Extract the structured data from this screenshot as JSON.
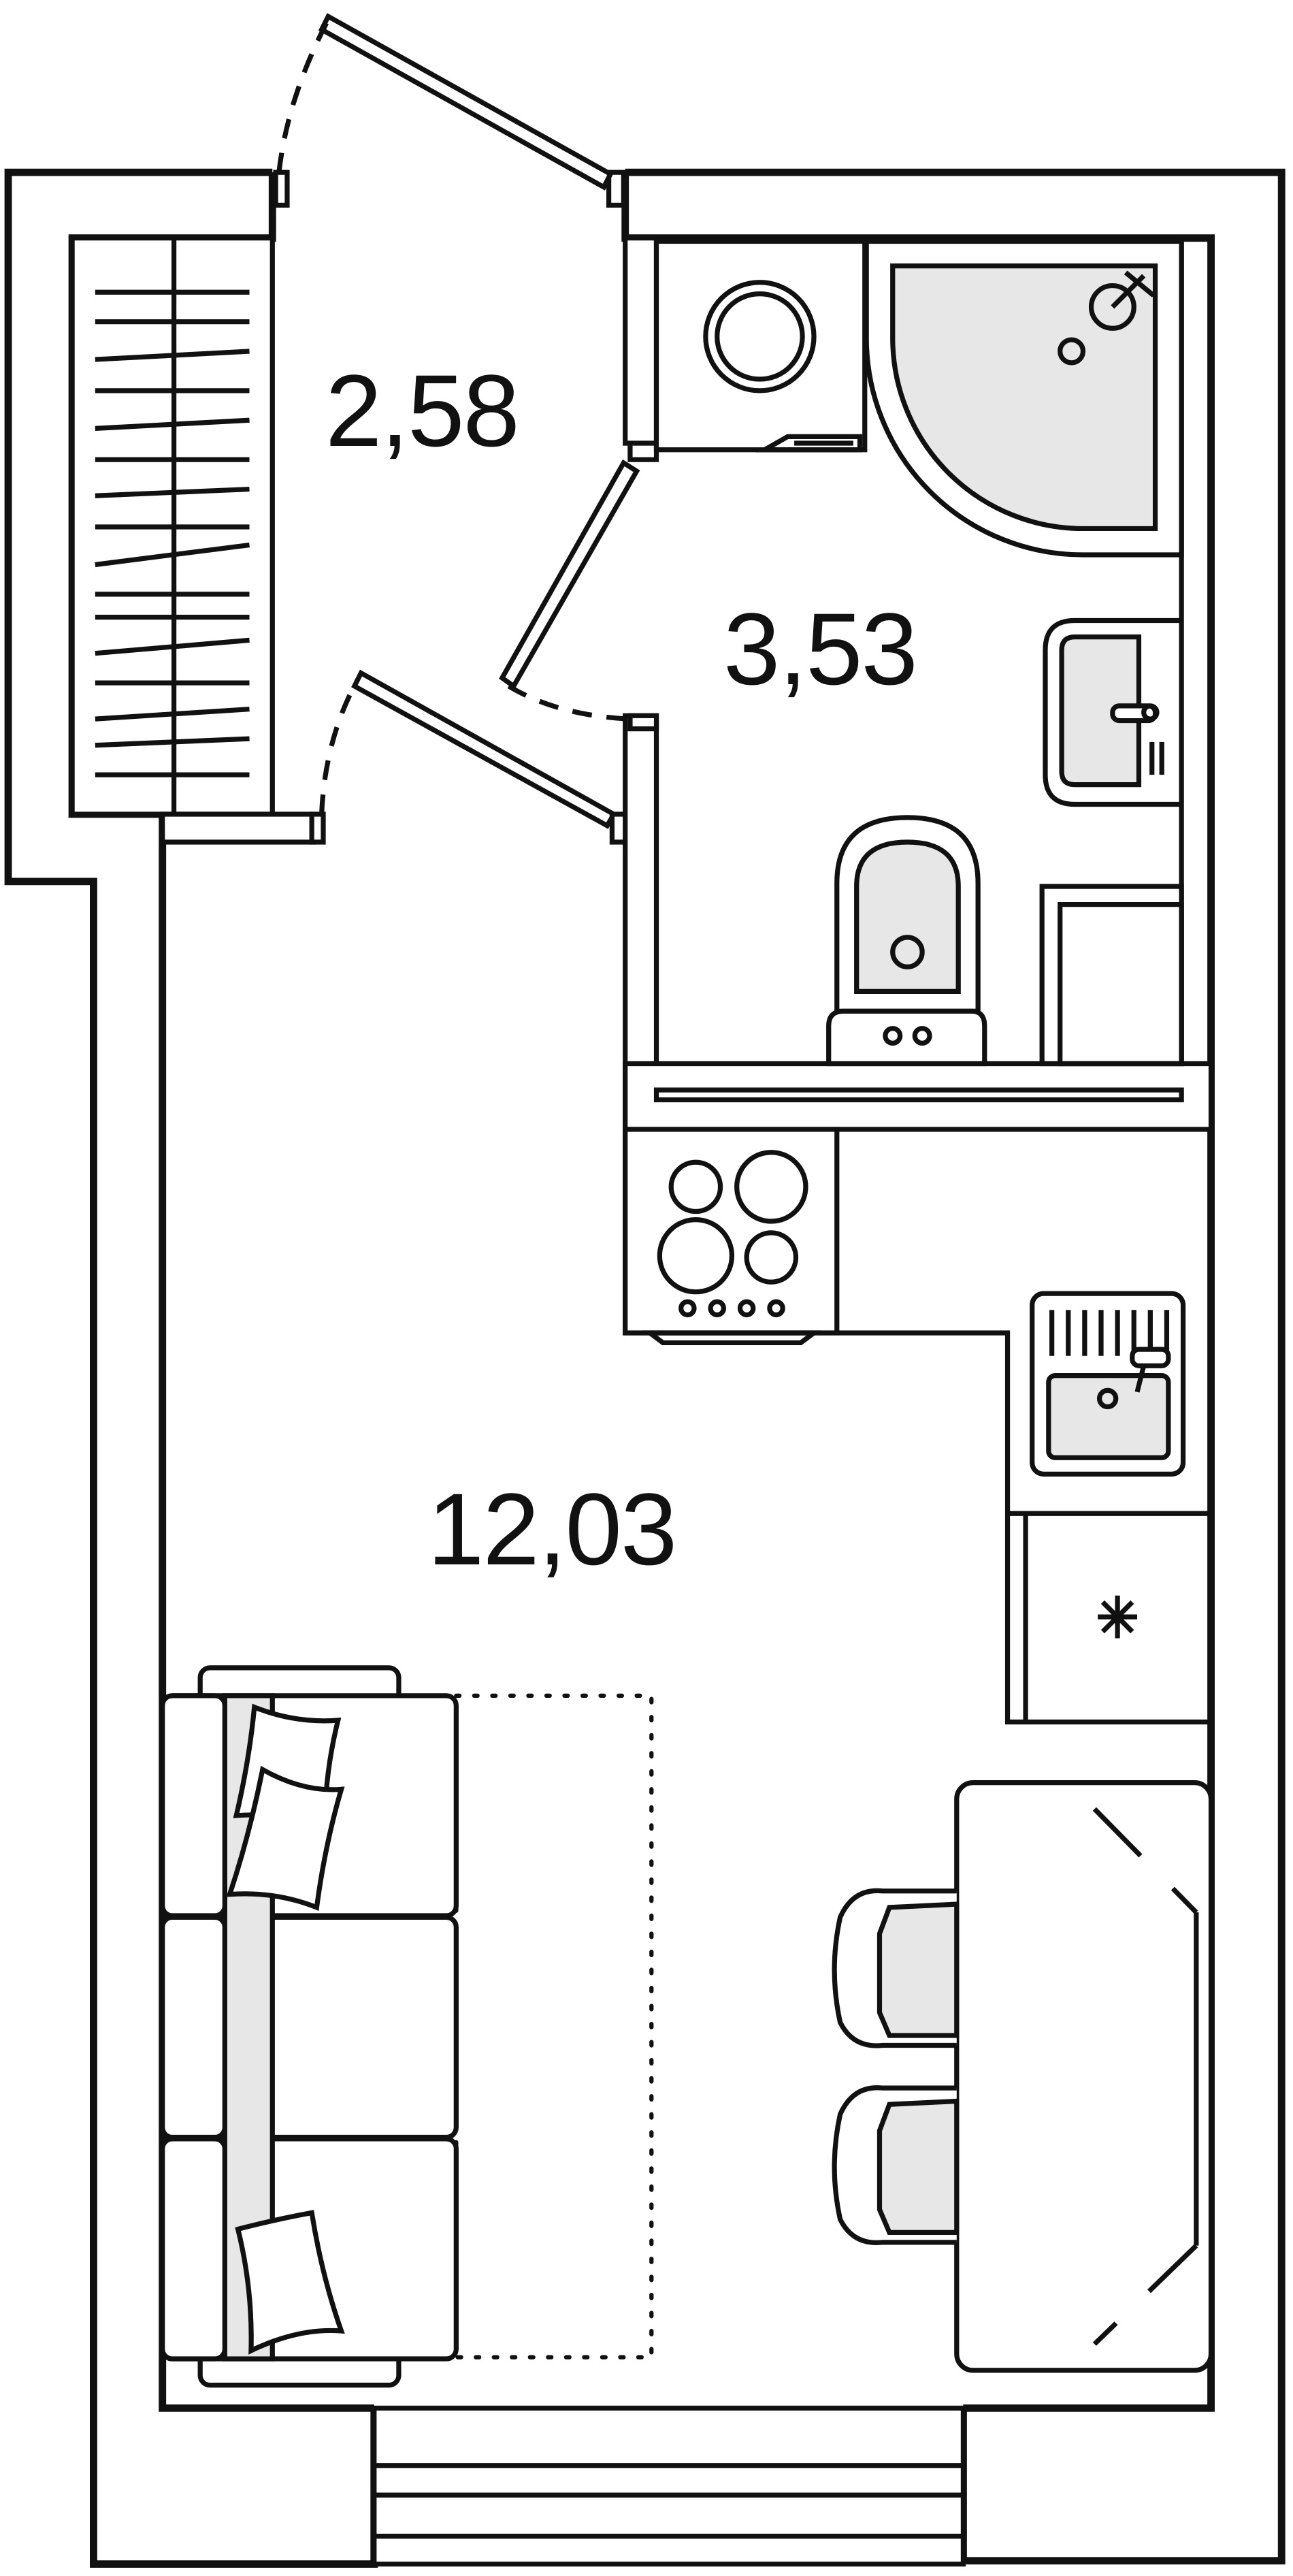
{
  "plan": {
    "rooms": [
      {
        "id": "hallway",
        "area": "2,58"
      },
      {
        "id": "bathroom",
        "area": "3,53"
      },
      {
        "id": "living-room",
        "area": "12,03"
      }
    ]
  }
}
